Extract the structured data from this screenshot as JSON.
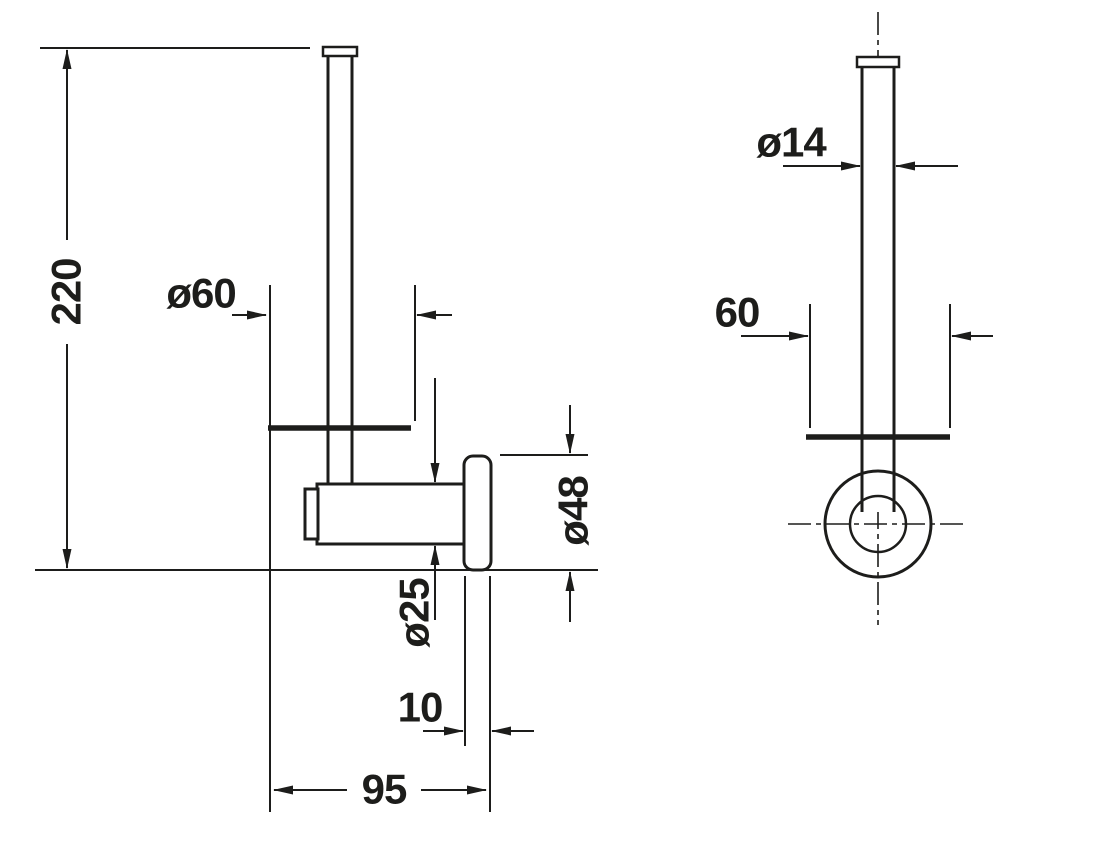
{
  "page": {
    "background": "#ffffff",
    "line_color": "#1d1d1b",
    "description": "Technical dimension drawing with two orthographic views of a wall-mounted spare paper roll holder"
  },
  "side_view": {
    "dim_overall_height": "220",
    "dim_flange_diameter": "ø60",
    "dim_body_diameter": "ø25",
    "dim_plate_diameter": "ø48",
    "dim_plate_thickness": "10",
    "dim_total_depth": "95"
  },
  "front_view": {
    "dim_rod_diameter": "ø14",
    "dim_flange_width": "60"
  }
}
